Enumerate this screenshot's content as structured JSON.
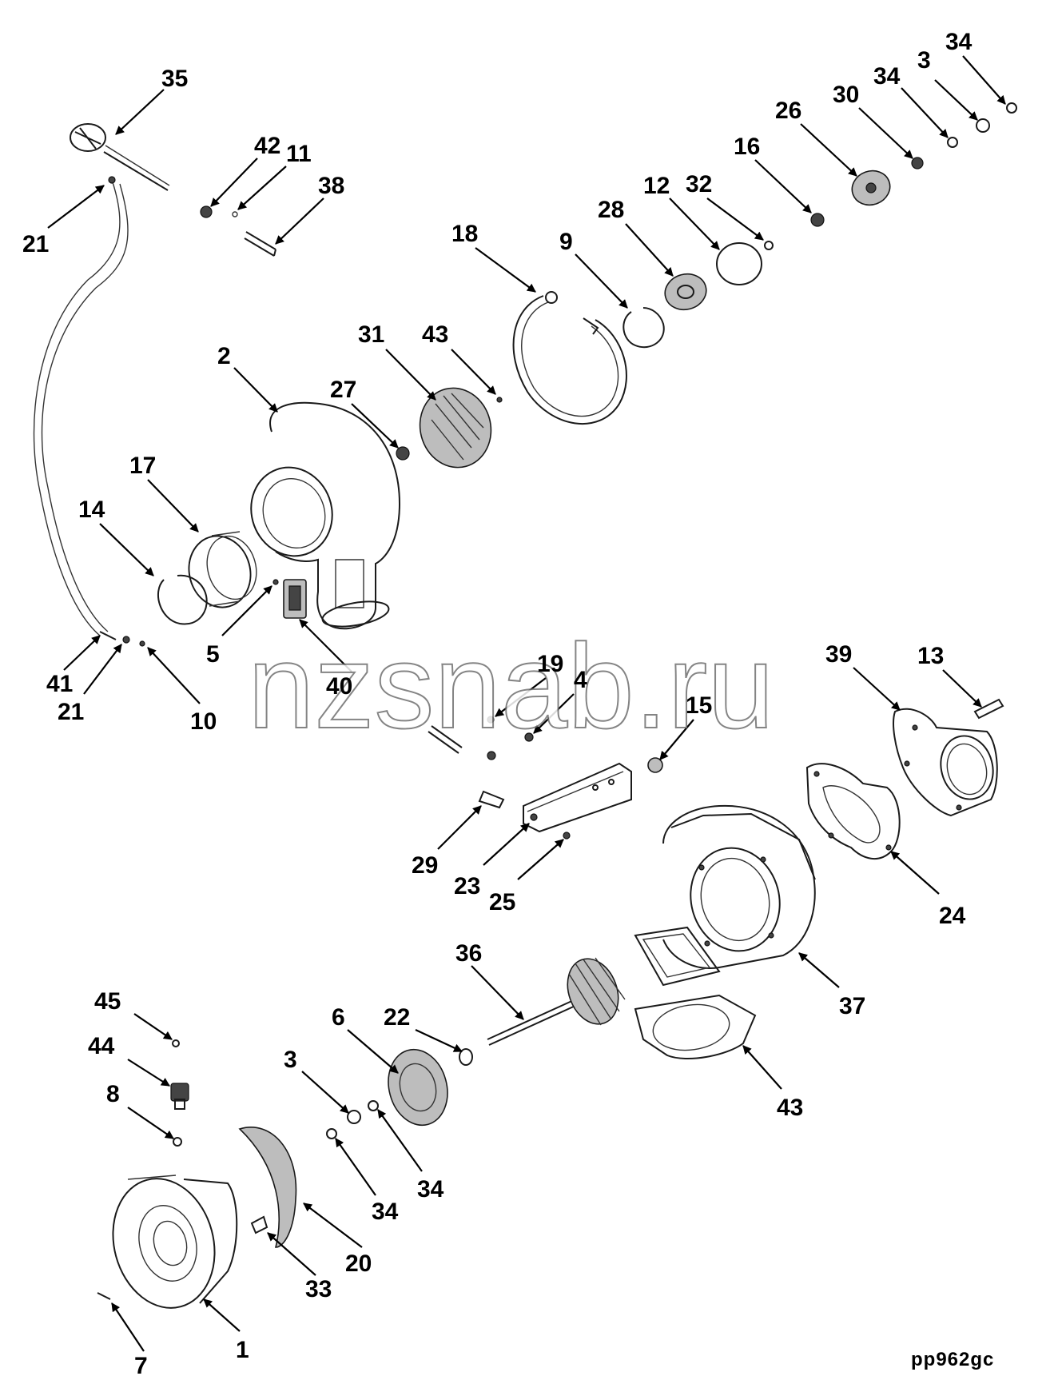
{
  "diagram": {
    "drawing_code": "pp962gc",
    "watermark": "nzsnab.ru",
    "callouts": [
      "35",
      "34",
      "3",
      "34",
      "30",
      "26",
      "16",
      "32",
      "12",
      "28",
      "9",
      "18",
      "42",
      "11",
      "38",
      "21",
      "31",
      "43",
      "27",
      "2",
      "17",
      "14",
      "5",
      "40",
      "41",
      "21",
      "10",
      "19",
      "4",
      "15",
      "39",
      "13",
      "29",
      "23",
      "25",
      "24",
      "37",
      "36",
      "6",
      "22",
      "43",
      "45",
      "44",
      "8",
      "3",
      "34",
      "34",
      "20",
      "33",
      "1",
      "7"
    ]
  }
}
